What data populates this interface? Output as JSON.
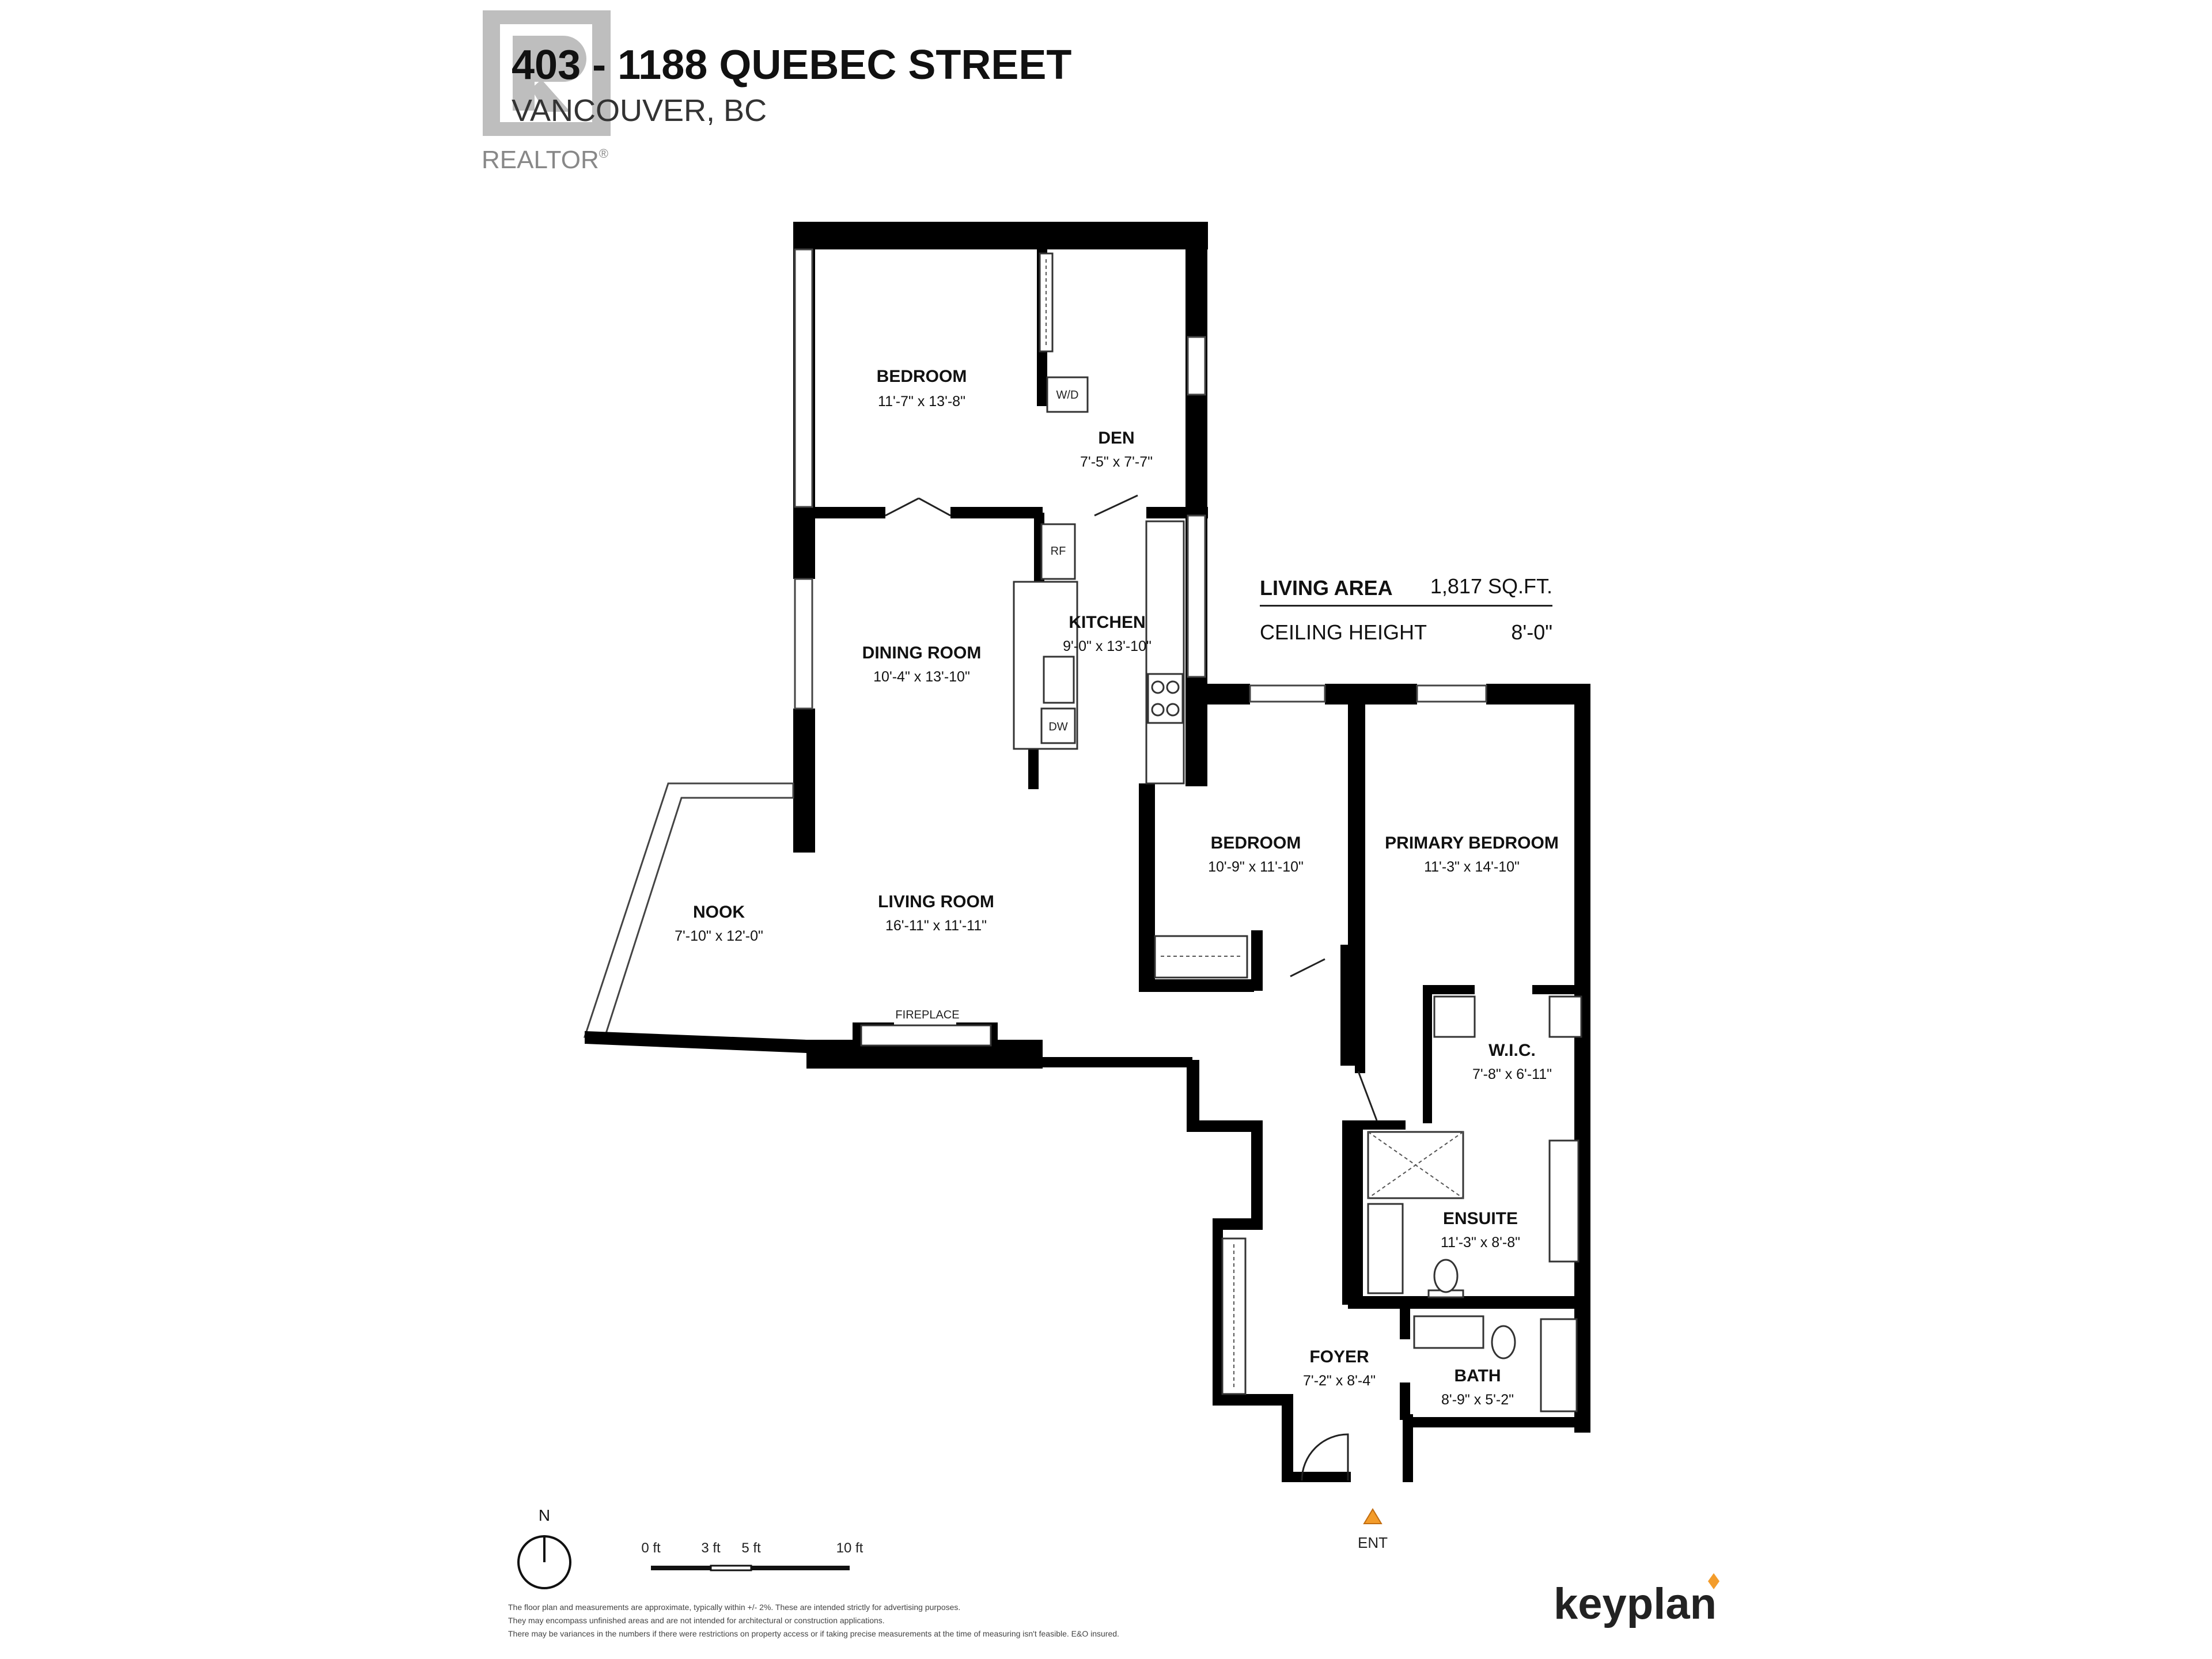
{
  "header": {
    "title": "403 - 1188 QUEBEC STREET",
    "subtitle": "VANCOUVER, BC",
    "logo_text": "REALTOR",
    "logo_mark": "®"
  },
  "stats": {
    "living_area_label": "LIVING AREA",
    "living_area_value": "1,817 SQ.FT.",
    "ceiling_label": "CEILING HEIGHT",
    "ceiling_value": "8'-0\""
  },
  "rooms": {
    "bedroom1": {
      "name": "BEDROOM",
      "dims": "11'-7\"  x  13'-8\""
    },
    "den": {
      "name": "DEN",
      "dims": "7'-5\"  x  7'-7\""
    },
    "dining": {
      "name": "DINING ROOM",
      "dims": "10'-4\"  x  13'-10\""
    },
    "kitchen": {
      "name": "KITCHEN",
      "dims": "9'-0\"  x  13'-10\""
    },
    "nook": {
      "name": "NOOK",
      "dims": "7'-10\"  x  12'-0\""
    },
    "living": {
      "name": "LIVING ROOM",
      "dims": "16'-11\"  x  11'-11\""
    },
    "bedroom2": {
      "name": "BEDROOM",
      "dims": "10'-9\"  x  11'-10\""
    },
    "primary": {
      "name": "PRIMARY BEDROOM",
      "dims": "11'-3\"  x  14'-10\""
    },
    "wic": {
      "name": "W.I.C.",
      "dims": "7'-8\"  x  6'-11\""
    },
    "ensuite": {
      "name": "ENSUITE",
      "dims": "11'-3\"  x  8'-8\""
    },
    "foyer": {
      "name": "FOYER",
      "dims": "7'-2\"  x  8'-4\""
    },
    "bath": {
      "name": "BATH",
      "dims": "8'-9\"  x  5'-2\""
    }
  },
  "fixtures": {
    "wd": "W/D",
    "rf": "RF",
    "dw": "DW",
    "fireplace": "FIREPLACE",
    "entrance": "ENT"
  },
  "legend": {
    "north": "N",
    "scale_labels": [
      "0 ft",
      "3 ft",
      "5 ft",
      "10 ft"
    ]
  },
  "disclaimer": [
    "The floor plan and measurements are approximate, typically within +/- 2%. These are intended strictly for advertising purposes.",
    "They may encompass unfinished areas and are not intended for architectural or construction applications.",
    "There may be variances in the numbers if there were restrictions on property access or if taking precise measurements at the time of measuring isn't feasible. E&O insured."
  ],
  "brand": "keyplan",
  "colors": {
    "accent": "#f39c2b",
    "wall": "#000000",
    "logo": "#9a9a9a"
  }
}
